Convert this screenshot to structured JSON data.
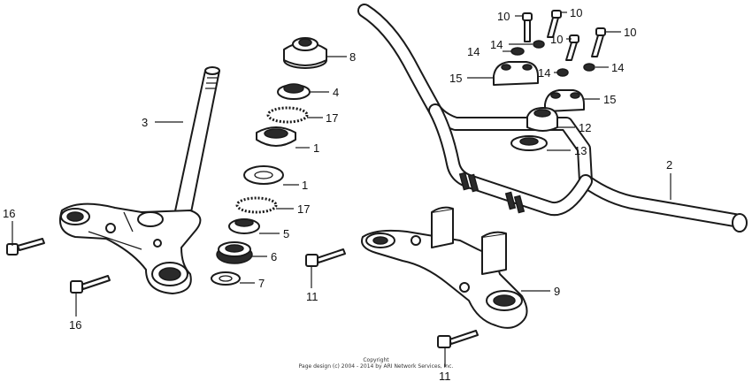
{
  "callouts": {
    "c1a": "1",
    "c1b": "1",
    "c2": "2",
    "c3": "3",
    "c4": "4",
    "c5": "5",
    "c6": "6",
    "c7": "7",
    "c8": "8",
    "c9": "9",
    "c10a": "10",
    "c10b": "10",
    "c10c": "10",
    "c10d": "10",
    "c11a": "11",
    "c11b": "11",
    "c12": "12",
    "c13": "13",
    "c14a": "14",
    "c14b": "14",
    "c14c": "14",
    "c14d": "14",
    "c15a": "15",
    "c15b": "15",
    "c16a": "16",
    "c16b": "16",
    "c17a": "17",
    "c17b": "17"
  },
  "footer": {
    "line1": "Copyright",
    "line2": "Page design (c) 2004 - 2014 by ARI Network Services, Inc."
  }
}
